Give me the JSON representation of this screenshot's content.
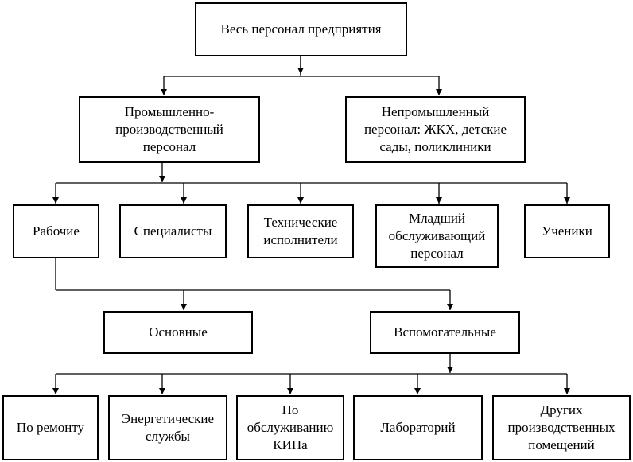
{
  "nodes": {
    "root": "Весь персонал предприятия",
    "industrial": "Промышленно-производственный персонал",
    "non_industrial": "Непромышленный персонал: ЖКХ, детские сады, поликлиники",
    "workers": "Рабочие",
    "specialists": "Специалисты",
    "technical": "Технические исполнители",
    "junior_service": "Младший обслуживающий персонал",
    "apprentices": "Ученики",
    "main_workers": "Основные",
    "auxiliary_workers": "Вспомогательные",
    "repair": "По ремонту",
    "energy": "Энергетические службы",
    "kip": "По обслуживанию КИПа",
    "laboratories": "Лабораторий",
    "other_premises": "Других производственных помещений"
  }
}
